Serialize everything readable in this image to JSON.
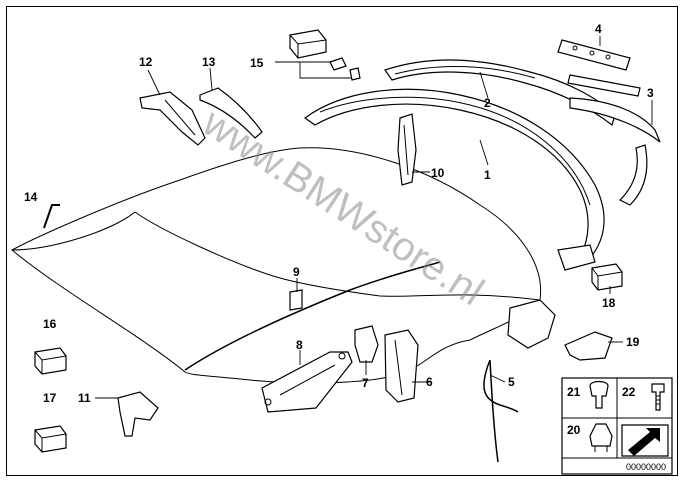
{
  "watermark": "www.BMWstore.nl",
  "diagram_code": "00000000",
  "callouts": [
    "1",
    "2",
    "3",
    "4",
    "5",
    "6",
    "7",
    "8",
    "9",
    "10",
    "11",
    "12",
    "13",
    "14",
    "15",
    "16",
    "17",
    "18",
    "19",
    "20",
    "21",
    "22"
  ],
  "legend": {
    "labels": [
      "21",
      "22",
      "20"
    ]
  }
}
